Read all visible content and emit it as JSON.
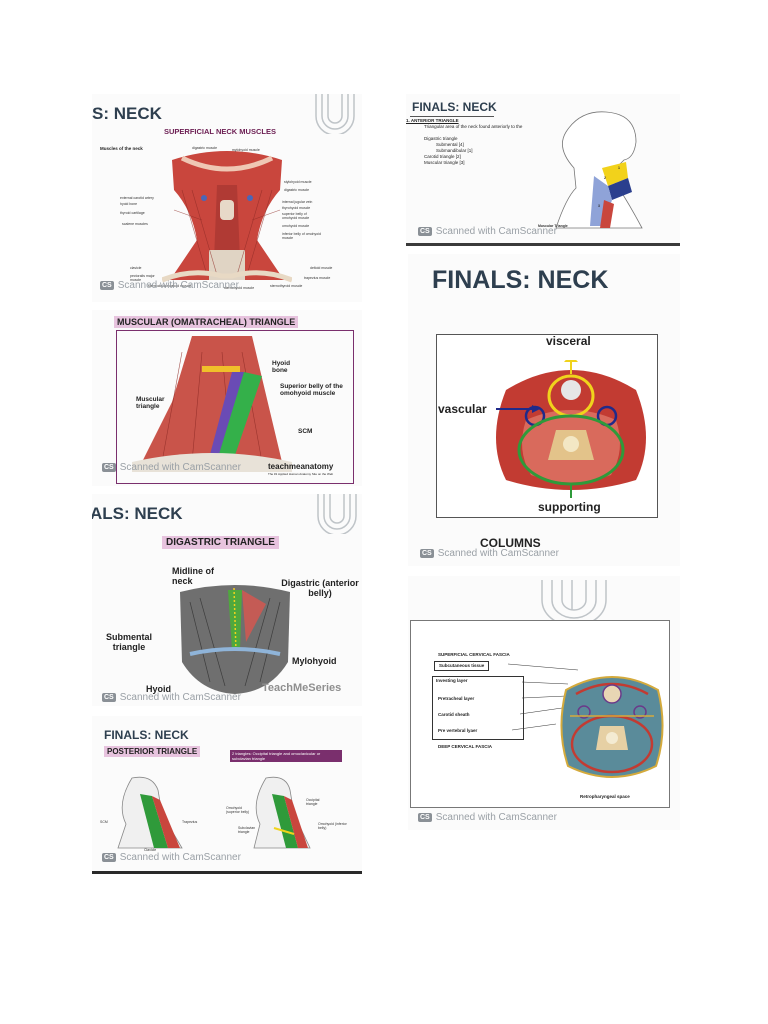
{
  "watermark": "Scanned with CamScanner",
  "badge": "CS",
  "slide1": {
    "title": "S: NECK",
    "header": "SUPERFICIAL NECK MUSCLES",
    "caption": "Muscles of the neck",
    "labels_top": [
      "digastric muscle",
      "mylohyoid muscle"
    ],
    "labels_left": [
      "external carotid artery",
      "hyoid bone",
      "thyroid cartilage",
      "scalene muscles",
      "clavicle",
      "pectoralis major muscle"
    ],
    "labels_right": [
      "stylohyoid muscle",
      "digastric muscle",
      "internal jugular vein",
      "thyrohyoid muscle",
      "superior belly of omohyoid muscle",
      "omohyoid muscle",
      "inferior belly of omohyoid muscle",
      "deltoid muscle",
      "trapezius muscle",
      "sternothyroid muscle"
    ],
    "labels_bottom": [
      "sternocleidomastoid muscle",
      "sternohyoid muscle"
    ]
  },
  "slide2": {
    "title": "FINALS: NECK",
    "items": [
      "1.  ANTERIOR TRIANGLE",
      "Triangular area of the neck found anteriorly to the",
      "Digastric triangle",
      "Submental [4]",
      "Submandibular [1]",
      "Carotid triangle [2]",
      "Muscular triangle [3]"
    ],
    "fig_caption": "Muscular Triangle",
    "fig_numbers": [
      "1",
      "2",
      "3"
    ]
  },
  "slide3": {
    "header": "MUSCULAR (OMATRACHEAL) TRIANGLE",
    "labels": [
      "Hyoid bone",
      "Superior belly of the omohyoid muscle",
      "Muscular triangle",
      "SCM"
    ],
    "logo": "teachmeanatomy",
    "logo_sub": "The #1 Applied Human Anatomy Site on the Web"
  },
  "slide4": {
    "title": "FINALS: NECK",
    "labels": [
      "visceral",
      "vascular",
      "supporting"
    ],
    "footer": "COLUMNS"
  },
  "slide5": {
    "title": "ALS: NECK",
    "header": "DIGASTRIC TRIANGLE",
    "labels": [
      "Midline of neck",
      "Digastric (anterior belly)",
      "Submental triangle",
      "Mylohyoid",
      "Hyoid"
    ],
    "logo": "TeachMeSeries"
  },
  "slide6": {
    "header1": "SUPERFICIAL CERVICAL FASCIA",
    "box_label": "Subcutaneous tissue",
    "layers": [
      "Investing layer",
      "Pretracheal layer",
      "Carotid sheath",
      "Pre vertebral lyaer"
    ],
    "header2": "DEEP CERVICAL FASCIA",
    "bottom_label": "Retropharyngeal space"
  },
  "slide7": {
    "title": "FINALS: NECK",
    "header": "POSTERIOR TRIANGLE",
    "note": "2 triangles: Occipital triangle and omoclavicular or subclavian triangle",
    "labels_left": [
      "SCM",
      "Trapezius",
      "Clavicle"
    ],
    "labels_right": [
      "Omohyoid (superior belly)",
      "Occipital triangle",
      "Subclavian triangle",
      "Omohyoid (inferior belly)"
    ]
  },
  "colors": {
    "title": "#2e3f4f",
    "muscle": "#c9463d",
    "accent_pink": "#b0337a",
    "green": "#2f9a3a"
  }
}
